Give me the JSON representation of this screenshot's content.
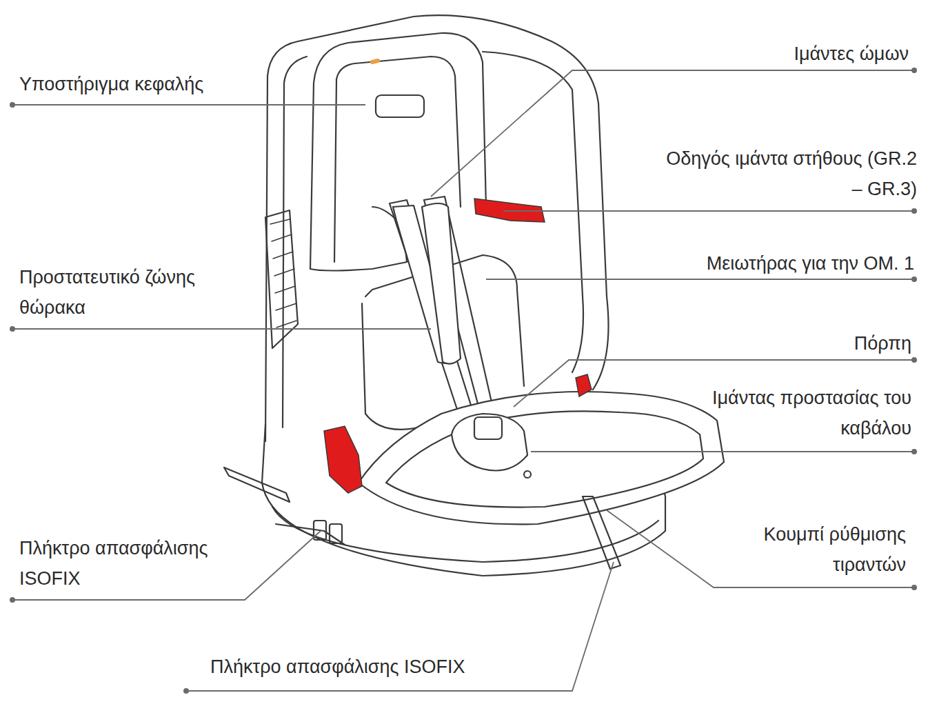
{
  "diagram": {
    "labels": [
      "Υποστήριγμα κεφαλής",
      "Ιμάντες ώμων",
      "Οδηγός ιμάντα στήθους (GR.2 – GR.3)",
      "Προστατευτικό ζώνης θώρακα",
      "Μειωτήρας για την ΟΜ. 1",
      "Πόρπη",
      "Ιμάντας προστασίας του καβάλου",
      "Πλήκτρο απασφάλισης ISOFIX",
      "Κουμπί ρύθμισης τιραντών",
      "Πλήκτρο απασφάλισης ISOFIX"
    ]
  }
}
